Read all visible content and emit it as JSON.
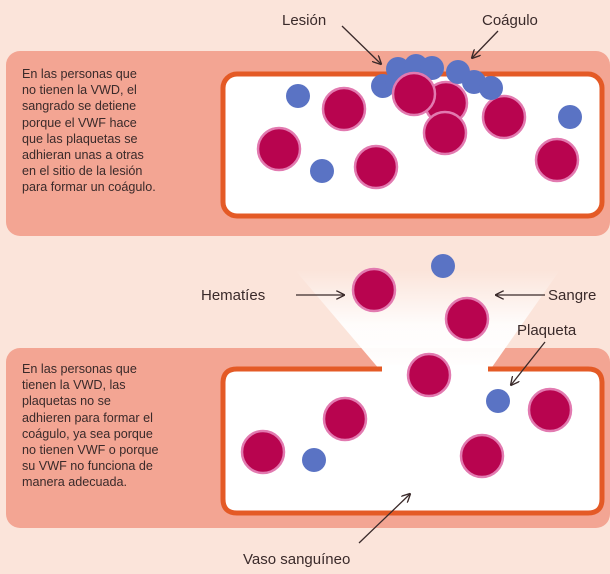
{
  "labels": {
    "lesion": "Lesión",
    "coagulo": "Coágulo",
    "hematies": "Hematíes",
    "sangre": "Sangre",
    "plaqueta": "Plaqueta",
    "vaso": "Vaso sanguíneo"
  },
  "panel_top": {
    "lines": [
      "En las personas que",
      "no tienen la VWD, el",
      "sangrado se detiene",
      "porque el VWF hace",
      "que las plaquetas se",
      "adhieran unas a otras",
      "en el sitio de la lesión",
      "para formar un coágulo."
    ]
  },
  "panel_bottom": {
    "lines": [
      "En las personas que",
      "tienen la VWD, las",
      "plaquetas no se",
      "adhieren para formar el",
      "coágulo, ya sea porque",
      "no tienen VWF o porque",
      "su VWF no funciona de",
      "manera adecuada."
    ]
  },
  "colors": {
    "background": "#fbe4da",
    "panel": "#f3a593",
    "vessel_border": "#e45a26",
    "red_cell": "#b8044f",
    "red_cell_outline": "#e27ab0",
    "platelet": "#5a73c4",
    "text": "#3a2a2a"
  }
}
